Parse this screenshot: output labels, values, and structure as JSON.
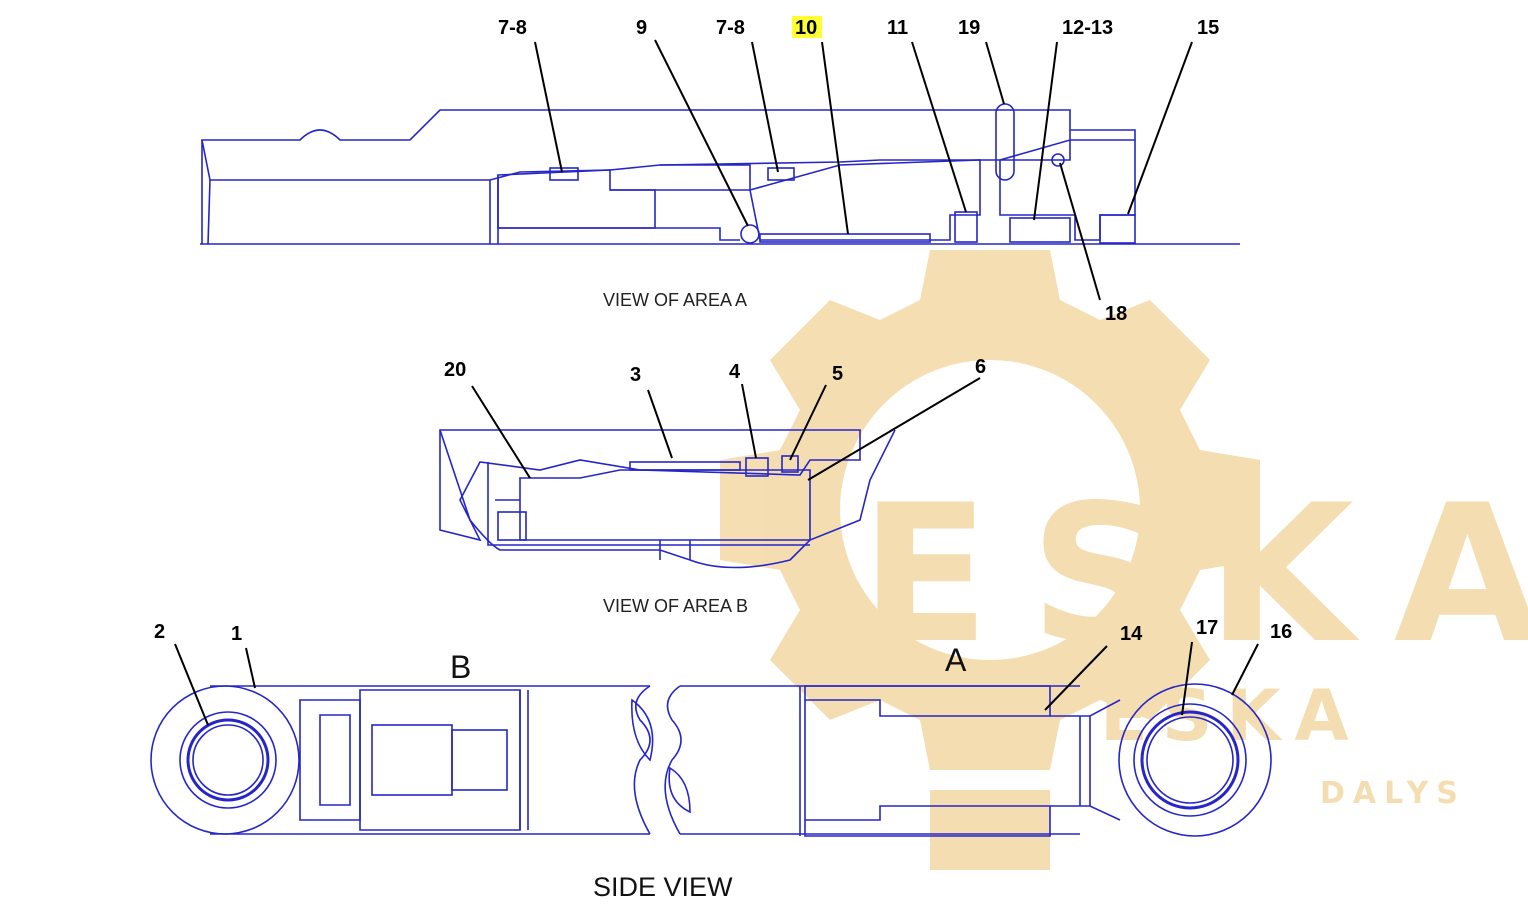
{
  "callouts": {
    "c_7_8_a": "7-8",
    "c_9": "9",
    "c_7_8_b": "7-8",
    "c_10": "10",
    "c_11": "11",
    "c_19": "19",
    "c_12_13": "12-13",
    "c_15": "15",
    "c_18": "18",
    "c_20": "20",
    "c_3": "3",
    "c_4": "4",
    "c_5": "5",
    "c_6": "6",
    "c_2": "2",
    "c_1": "1",
    "c_14": "14",
    "c_17": "17",
    "c_16": "16"
  },
  "highlighted_callout": "10",
  "captions": {
    "view_area_a": "VIEW OF AREA A",
    "view_area_b": "VIEW OF AREA B",
    "side_view": "SIDE VIEW",
    "area_letter_a": "A",
    "area_letter_b": "B"
  },
  "watermark": {
    "text_main": "ESKA",
    "text_sub": "DALYS",
    "text_small": "ESKA",
    "color": "#f3d9a4"
  },
  "colors": {
    "line": "#2626c8",
    "text": "#000000",
    "highlight": "#ffff33"
  },
  "icons": {
    "watermark": "gear-logo-icon"
  }
}
